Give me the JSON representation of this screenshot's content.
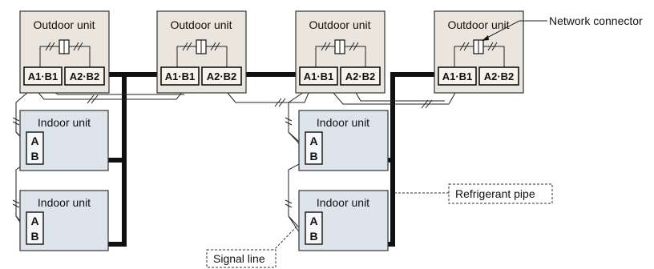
{
  "labels": {
    "outdoor_unit": "Outdoor unit",
    "indoor_unit": "Indoor unit",
    "terminal_a1b1": "A1·B1",
    "terminal_a2b2": "A2·B2",
    "terminal_a": "A",
    "terminal_b": "B",
    "network_connector": "Network connector",
    "refrigerant_pipe": "Refrigerant pipe",
    "signal_line": "Signal line"
  },
  "colors": {
    "outdoor_fill": "#ebe6dd",
    "indoor_fill": "#dde4ec",
    "pipe": "#111111"
  },
  "units": {
    "outdoor_count": 4,
    "indoor_count": 4
  }
}
